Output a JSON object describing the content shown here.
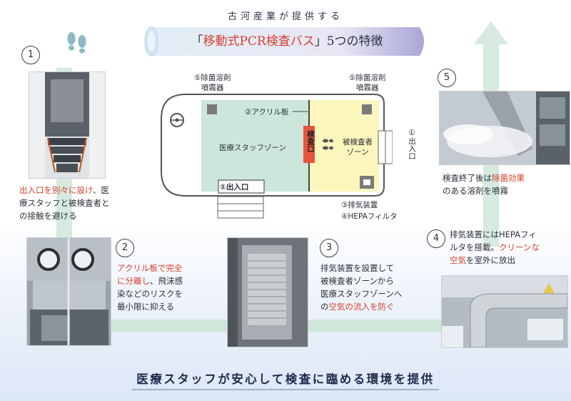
{
  "header": {
    "supertitle": "古河産業が提供する",
    "title_bracket_open": "「",
    "title_red": "移動式PCR検査バス",
    "title_bracket_close": "」",
    "title_suffix": "5つの特徴"
  },
  "diagram": {
    "sprayer_left": [
      "⑤除菌溶剤",
      "噴霧器"
    ],
    "sprayer_right": [
      "⑤除菌溶剤",
      "噴霧器"
    ],
    "acrylic": "②アクリル板",
    "staff_zone": "医療スタッフゾーン",
    "inspection_window": "検査口",
    "examinee_zone": [
      "被検査者",
      "ゾーン"
    ],
    "entrance_side": "①出入口",
    "entrance_bottom": "①出入口",
    "exhaust": "③排気装置",
    "hepa": "④HEPAフィルタ"
  },
  "features": [
    {
      "number": "1",
      "lines": [
        [
          {
            "t": "出入口を別々に設け",
            "red": true
          },
          {
            "t": "、医",
            "red": false
          }
        ],
        [
          {
            "t": "療スタッフと被検査者と",
            "red": false
          }
        ],
        [
          {
            "t": "の接触を避ける",
            "red": false
          }
        ]
      ]
    },
    {
      "number": "2",
      "lines": [
        [
          {
            "t": "アクリル板で完全",
            "red": true
          }
        ],
        [
          {
            "t": "に分離し",
            "red": true
          },
          {
            "t": "、飛沫感",
            "red": false
          }
        ],
        [
          {
            "t": "染などのリスクを",
            "red": false
          }
        ],
        [
          {
            "t": "最小限に抑える",
            "red": false
          }
        ]
      ]
    },
    {
      "number": "3",
      "lines": [
        [
          {
            "t": "排気装置を設置して",
            "red": false
          }
        ],
        [
          {
            "t": "被検査者ゾーンから",
            "red": false
          }
        ],
        [
          {
            "t": "医療スタッフゾーンへ",
            "red": false
          }
        ],
        [
          {
            "t": "の",
            "red": false
          },
          {
            "t": "空気の流入を防ぐ",
            "red": true
          }
        ]
      ]
    },
    {
      "number": "4",
      "lines": [
        [
          {
            "t": "排気装置にはHEPAフィ",
            "red": false
          }
        ],
        [
          {
            "t": "ルタを搭載。",
            "red": false
          },
          {
            "t": "クリーンな",
            "red": true
          }
        ],
        [
          {
            "t": "空気",
            "red": true
          },
          {
            "t": "を室外に放出",
            "red": false
          }
        ]
      ]
    },
    {
      "number": "5",
      "lines": [
        [
          {
            "t": "検査終了後は",
            "red": false
          },
          {
            "t": "除菌効果",
            "red": true
          }
        ],
        [
          {
            "t": "のある溶剤を噴霧",
            "red": false
          }
        ]
      ]
    }
  ],
  "footer": "医療スタッフが安心して検査に臨める環境を提供",
  "colors": {
    "accent_red": "#d4402e",
    "arrow_green": "#cfe6da",
    "staff_zone": "#cde6dc",
    "examinee_zone": "#fbf6bc",
    "window": "#e8553f"
  }
}
